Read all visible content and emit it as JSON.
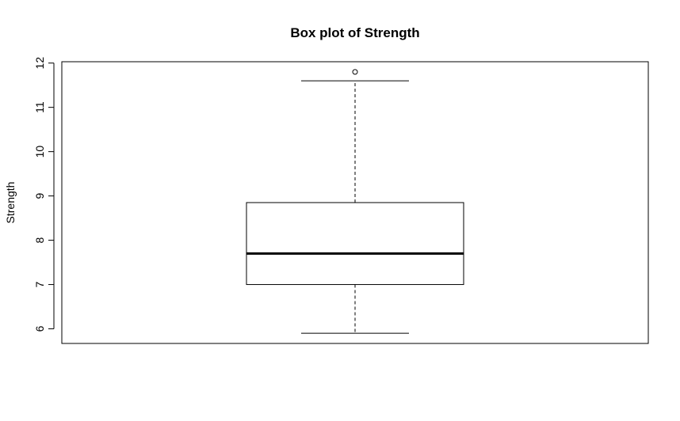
{
  "chart_data": {
    "type": "box",
    "title": "Box plot of Strength",
    "xlabel": "",
    "ylabel": "Strength",
    "ylim": [
      5.67,
      12.03
    ],
    "yticks": [
      6,
      7,
      8,
      9,
      10,
      11,
      12
    ],
    "grid": false,
    "series": [
      {
        "values": {
          "whisker_low": 5.9,
          "q1": 7.0,
          "median": 7.7,
          "q3": 8.85,
          "whisker_high": 11.6,
          "outliers": [
            11.8
          ]
        }
      }
    ]
  }
}
